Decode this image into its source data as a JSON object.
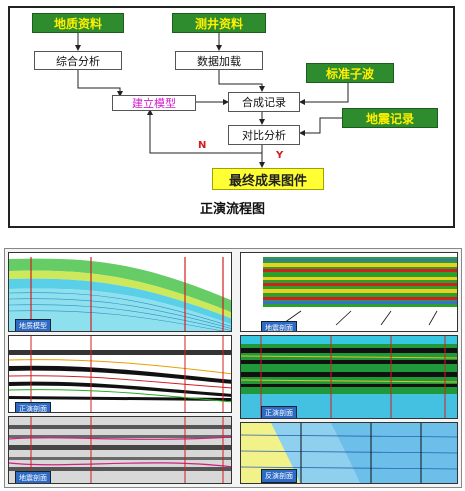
{
  "flowchart": {
    "geology_data": "地质资料",
    "logging_data": "测井资料",
    "comprehensive_analysis": "综合分析",
    "data_loading": "数据加载",
    "standard_wavelet": "标准子波",
    "build_model": "建立模型",
    "synthetic_record": "合成记录",
    "seismic_record": "地震记录",
    "comparison_analysis": "对比分析",
    "branch_no": "N",
    "branch_yes": "Y",
    "final_result": "最终成果图件",
    "caption": "正演流程图"
  },
  "panels": {
    "geology_model_label": "地质模型",
    "forward_section_left_label": "正演剖面",
    "seismic_section_left_label": "地震剖面",
    "seismic_section_right_label": "地震剖面",
    "forward_section_right_label": "正演剖面",
    "inversion_section_label": "反演剖面"
  },
  "colors": {
    "green_box": "#2e8b2e",
    "green_text": "#fff000",
    "yellow_box": "#ffff33",
    "model_text": "#d01bd0",
    "label_red": "#d21b1b"
  }
}
